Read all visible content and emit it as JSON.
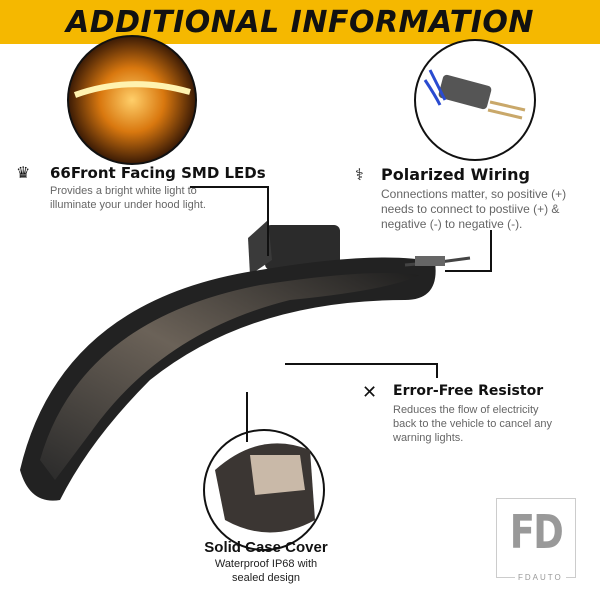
{
  "banner": {
    "title": "ADDITIONAL INFORMATION"
  },
  "features": [
    {
      "icon": "light-icon",
      "title": "66Front Facing SMD LEDs",
      "description": "Provides a bright white light to illuminate your under hood light."
    },
    {
      "icon": "wiring-icon",
      "title": "Polarized Wiring",
      "description": "Connections matter, so positive (+) needs to connect to postiive (+) & negative (-) to negative (-)."
    },
    {
      "icon": "tools-icon",
      "title": "Error-Free Resistor",
      "description": "Reduces the flow of electricity back to the vehicle to cancel any warning lights."
    },
    {
      "icon": "none",
      "title": "Solid Case Cover",
      "description": "Waterproof IP68 with sealed design"
    }
  ],
  "logo": {
    "mark": "FD",
    "name": "FDAUTO"
  },
  "colors": {
    "banner": "#f5b800",
    "led": "#f39a1a"
  }
}
